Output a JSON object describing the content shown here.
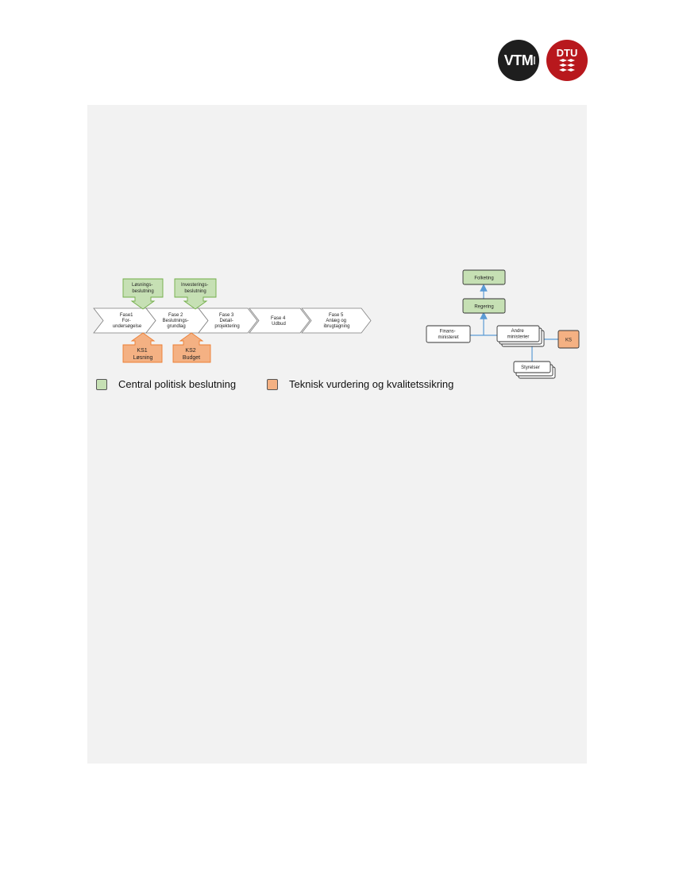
{
  "logos": {
    "vtm": "VTM",
    "dtu": "DTU"
  },
  "phases": [
    {
      "lines": [
        "Fase1",
        "For-",
        "undersøgelse"
      ]
    },
    {
      "lines": [
        "Fase 2",
        "Beslutnings-",
        "grundlag"
      ]
    },
    {
      "lines": [
        "Fase 3",
        "Detail-",
        "projektering"
      ]
    },
    {
      "lines": [
        "Fase 4",
        "Udbud"
      ]
    },
    {
      "lines": [
        "Fase 5",
        "Anlæg og",
        "ibrugtagning"
      ]
    }
  ],
  "decisions": [
    {
      "lines": [
        "Løsnings-",
        "beslutning"
      ]
    },
    {
      "lines": [
        "Investerings-",
        "beslutning"
      ]
    }
  ],
  "quality_steps": [
    {
      "lines": [
        "KS1",
        "Løsning"
      ]
    },
    {
      "lines": [
        "KS2",
        "Budget"
      ]
    }
  ],
  "org": {
    "folketing": "Folketing",
    "regering": "Regering",
    "finans": [
      "Finans-",
      "ministeret"
    ],
    "andre": [
      "Andre",
      "ministerier"
    ],
    "ks": "KS",
    "styrelser": "Styrelser"
  },
  "legend": [
    {
      "label": "Central politisk beslutning",
      "color": "#c6e0b4"
    },
    {
      "label": "Teknisk vurdering og kvalitetssikring",
      "color": "#f4b183"
    }
  ],
  "colors": {
    "green_fill": "#c6e0b4",
    "green_stroke": "#70ad47",
    "orange_fill": "#f4b183",
    "orange_stroke": "#ed7d31",
    "arrow_blue": "#5b9bd5",
    "panel_bg": "#f2f2f2"
  }
}
